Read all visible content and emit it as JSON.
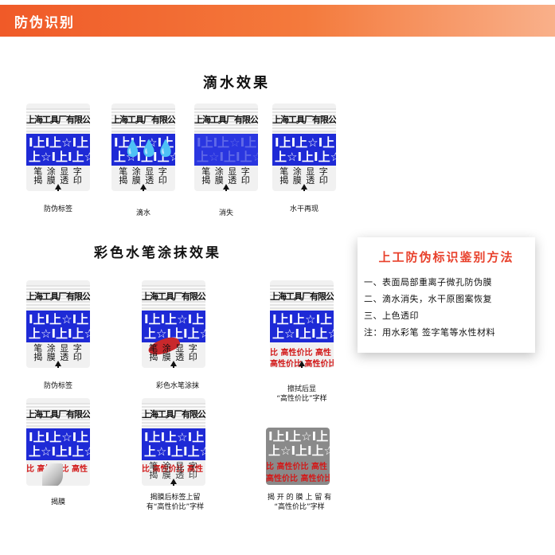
{
  "header": {
    "title": "防伪识别"
  },
  "sections": {
    "water_title": "滴水效果",
    "pen_title": "彩色水笔涂抹效果"
  },
  "tag": {
    "company": "上海工具厂有限公司",
    "pattern_row1": "I上I上☆I上",
    "pattern_row2": "上☆I上I上☆",
    "pen_text1": "笔 涂 显 字",
    "pen_text2": "揭 膜 透 印",
    "red_row1": "比 高性价比 高性",
    "red_row2": "高性价比 高性价比"
  },
  "water_labels": [
    "防伪标签",
    "滴水",
    "消失",
    "水干再现"
  ],
  "pen_labels": {
    "l1": "防伪标签",
    "l2": "彩色水笔涂抹",
    "l3a": "擦拭后显",
    "l3b": "“高性价比”字样",
    "l4": "揭膜",
    "l5a": "揭膜后标签上留",
    "l5b": "有“高性价比”字样",
    "l6a": "揭 开 的 膜 上 留 有",
    "l6b": "“高性价比”字样"
  },
  "method": {
    "title": "上工防伪标识鉴别方法",
    "items": [
      "一、表面局部重离子微孔防伪膜",
      "二、滴水消失，水干原图案恢复",
      "三、上色透印",
      "注：用水彩笔 签字笔等水性材料"
    ]
  },
  "colors": {
    "banner": "#f05a28",
    "band": "#1e2ad6",
    "accent_red": "#e8412c",
    "drop": "#7fd3f0"
  }
}
